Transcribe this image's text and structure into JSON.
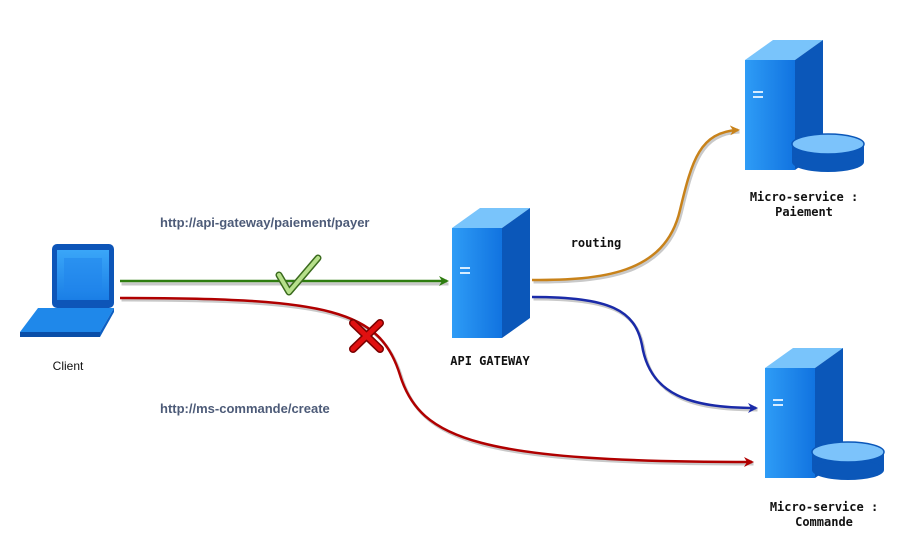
{
  "nodes": {
    "client": {
      "label": "Client",
      "icon": "laptop-icon"
    },
    "gateway": {
      "label": "API GATEWAY",
      "icon": "server-icon"
    },
    "ms_paiement": {
      "label_line1": "Micro-service :",
      "label_line2": "Paiement",
      "icon": "server-database-icon"
    },
    "ms_commande": {
      "label_line1": "Micro-service :",
      "label_line2": "Commande",
      "icon": "server-database-icon"
    }
  },
  "edges": {
    "to_gateway": {
      "url": "http://api-gateway/paiement/payer",
      "status_icon": "checkmark-icon",
      "color": "#2e7d0f"
    },
    "direct": {
      "url": "http://ms-commande/create",
      "status_icon": "cross-icon",
      "color": "#b00000"
    },
    "routing": {
      "label": "routing",
      "color_paiement": "#c8821a",
      "color_commande": "#1a2aa8"
    }
  }
}
